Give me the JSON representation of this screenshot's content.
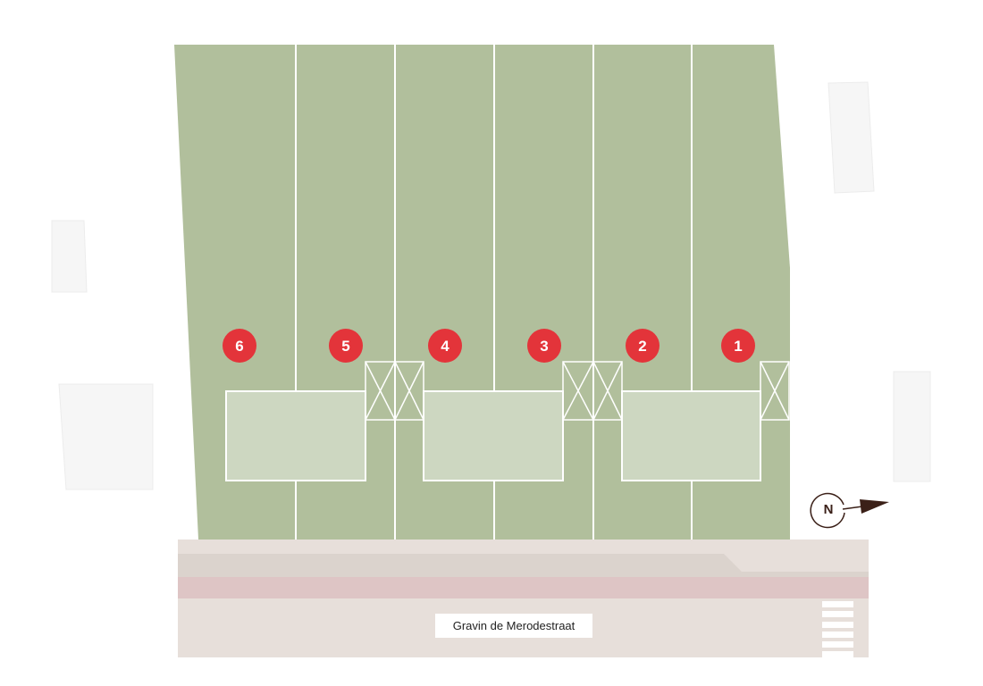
{
  "map": {
    "street_name": "Gravin de Merodestraat",
    "north_label": "N",
    "lots": [
      {
        "number": "1"
      },
      {
        "number": "2"
      },
      {
        "number": "3"
      },
      {
        "number": "4"
      },
      {
        "number": "5"
      },
      {
        "number": "6"
      }
    ]
  },
  "colors": {
    "plot_green": "#b1bf9c",
    "house_fill": "#cdd7c1",
    "marker_red": "#e3343a",
    "street": "#e7dfda",
    "sidewalk": "#dbd3cd",
    "bike_lane": "#dec5c5",
    "neighbour": "#f6f6f6",
    "north_arrow": "#3b2018"
  }
}
